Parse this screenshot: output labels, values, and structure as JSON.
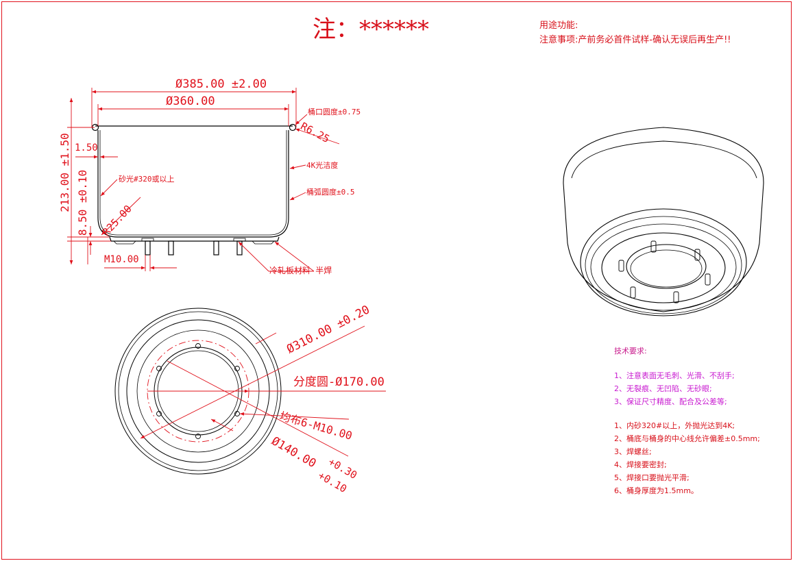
{
  "header": {
    "note_label": "注：******",
    "usage_label": "用途功能:",
    "caution": "注意事项:产前务必首件试样-确认无误后再生产!!"
  },
  "side_view": {
    "dim_outer_dia": "Ø385.00 ±2.00",
    "dim_inner_dia": "Ø360.00",
    "dim_height": "213.00 ±1.50",
    "dim_wall": "1.50",
    "dim_base": "8.50 ±0.10",
    "dim_rim_radius": "R6.25",
    "dim_base_radius": "R25.00",
    "dim_thread": "M10.00",
    "note_mouth_roundness": "桶口圆度±0.75",
    "note_polish": "4K光洁度",
    "note_arc_roundness": "桶弧圆度±0.5",
    "note_sand": "砂光#320或以上",
    "note_material": "冷轧板材料 半焊"
  },
  "bottom_view": {
    "dim_ring": "Ø310.00 ±0.20",
    "dim_pitch_circle": "分度圆-Ø170.00",
    "dim_studs": "均布6-M10.00",
    "dim_hole": "Ø140.00",
    "dim_hole_tol_upper": "+0.30",
    "dim_hole_tol_lower": "+0.10"
  },
  "tech_requirements": {
    "title": "技术要求:",
    "general": [
      "1、注意表面无毛刺、光滑、不刮手;",
      "2、无裂痕、无凹陷、无砂眼;",
      "3、保证尺寸精度、配合及公差等;"
    ],
    "process": [
      "1、内砂320#以上，外抛光达到4K;",
      "2、桶底与桶身的中心线允许偏差±0.5mm;",
      "3、焊螺丝;",
      "4、焊接要密封;",
      "5、焊接口要抛光平滑;",
      "6、桶身厚度为1.5mm。"
    ]
  },
  "colors": {
    "dimension": "#e0101a",
    "outline": "#000000",
    "general_requirements": "#c81ad0",
    "frame": "#e0101a"
  }
}
